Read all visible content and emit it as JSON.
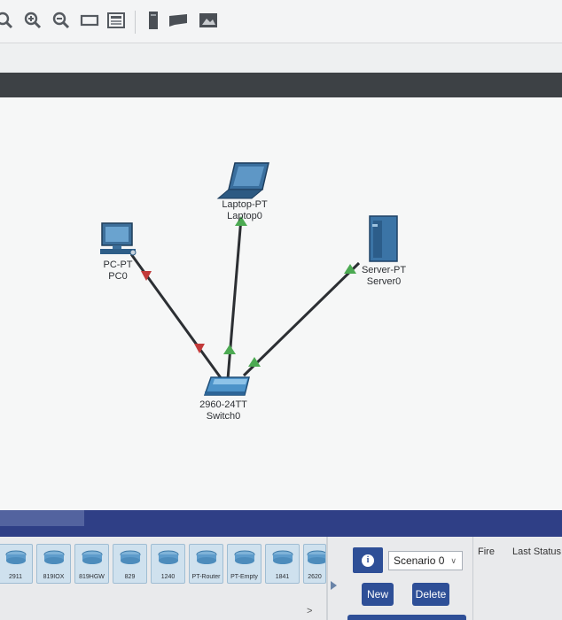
{
  "toolbar": {
    "tools": [
      {
        "name": "zoom-icon"
      },
      {
        "name": "zoom-in-icon"
      },
      {
        "name": "zoom-out-icon"
      },
      {
        "name": "rectangle-icon"
      },
      {
        "name": "palette-icon"
      },
      {
        "name": "device-icon"
      },
      {
        "name": "note-icon"
      },
      {
        "name": "image-icon"
      }
    ]
  },
  "topology": {
    "devices": [
      {
        "model": "Laptop-PT",
        "name": "Laptop0"
      },
      {
        "model": "PC-PT",
        "name": "PC0"
      },
      {
        "model": "Server-PT",
        "name": "Server0"
      },
      {
        "model": "2960-24TT",
        "name": "Switch0"
      }
    ],
    "link_colors": {
      "up": "#4caa52",
      "down": "#c23a3a",
      "cable": "#2c2f33"
    }
  },
  "device_bar": {
    "items": [
      "2911",
      "819IOX",
      "819HGW",
      "829",
      "1240",
      "PT-Router",
      "PT-Empty",
      "1841",
      "2620"
    ]
  },
  "scenario": {
    "selected": "Scenario 0",
    "new_label": "New",
    "delete_label": "Delete"
  },
  "pdu_table": {
    "col_fire": "Fire",
    "col_last_status": "Last Status"
  }
}
